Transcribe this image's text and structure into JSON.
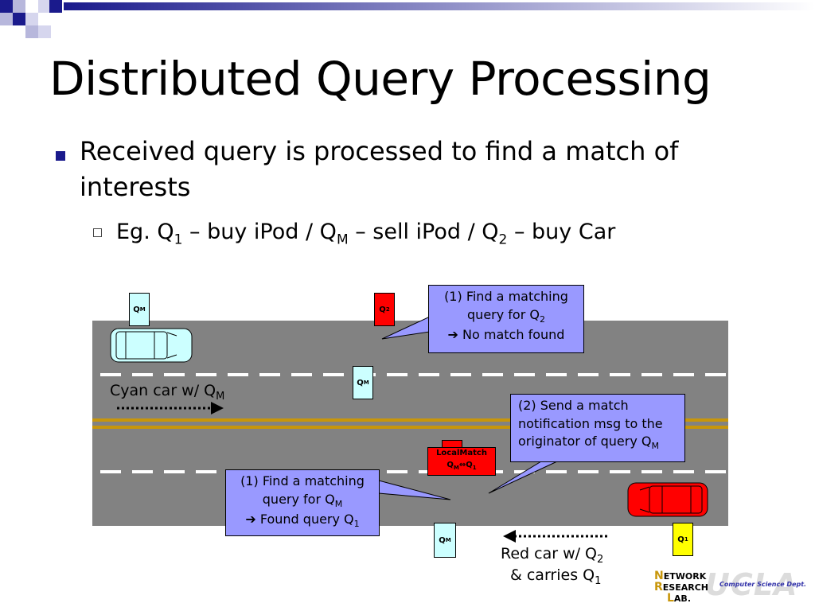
{
  "slide": {
    "title": "Distributed Query Processing",
    "bullet1": "Received query is processed to find a match of interests",
    "bullet2": {
      "eg": "Eg. Q",
      "s1": "1",
      "t1": " – buy iPod / Q",
      "s2": "M",
      "t2": " – sell iPod / Q",
      "s3": "2",
      "t3": " – buy Car"
    }
  },
  "diagram": {
    "tag_q": "Q",
    "sub_m": "M",
    "sub_1": "1",
    "sub_2": "2",
    "callout_top": {
      "line1": "(1) Find a matching",
      "line2": "query for Q",
      "sub": "2",
      "arrow": "➔",
      "line3": " No match found"
    },
    "callout_right": {
      "line1": "(2) Send a match",
      "line2": "notification msg to the",
      "line3": "originator of query Q",
      "sub": "M"
    },
    "callout_bottom": {
      "line1": "(1) Find a matching",
      "line2": "query for Q",
      "sub": "M",
      "arrow": "➔",
      "line3": " Found query Q",
      "sub3": "1"
    },
    "local_match": {
      "title": "LocalMatch",
      "q": "Q",
      "sub_m": "M",
      "arrow": "⇔",
      "q2": "Q",
      "sub_1": "1"
    },
    "cyan_label": {
      "text": "Cyan car w/ Q",
      "sub": "M"
    },
    "red_label": {
      "line1": "Red car w/ Q",
      "sub1": "2",
      "line2": "& carries Q",
      "sub2": "1"
    },
    "colors": {
      "road": "#828282",
      "callout": "#9999ff",
      "cyan_car": "#ccffff",
      "red_car": "#ff0000",
      "median": "#c8960a",
      "tag_yellow": "#ffff00"
    }
  },
  "logo": {
    "n": "N",
    "network": "ETWORK",
    "r": "R",
    "research": "ESEARCH",
    "l": "L",
    "lab": "AB.",
    "dept": "Computer Science Dept.",
    "ucla": "UCLA"
  }
}
